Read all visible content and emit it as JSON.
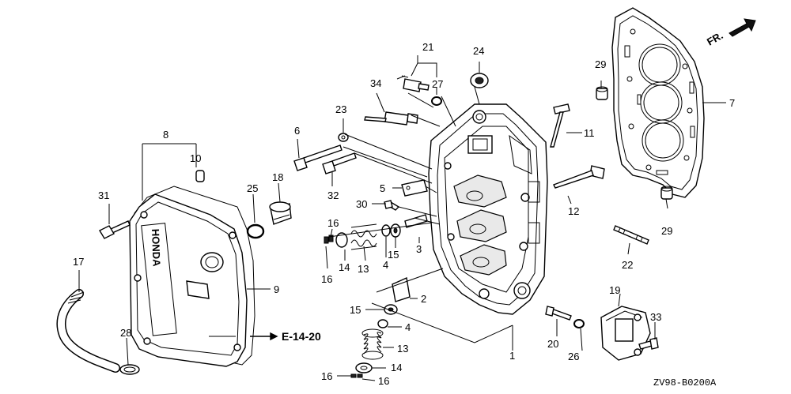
{
  "parts": [
    {
      "id": "p1",
      "num": "1"
    },
    {
      "id": "p2",
      "num": "2"
    },
    {
      "id": "p3",
      "num": "3"
    },
    {
      "id": "p4a",
      "num": "4"
    },
    {
      "id": "p4b",
      "num": "4"
    },
    {
      "id": "p5",
      "num": "5"
    },
    {
      "id": "p6",
      "num": "6"
    },
    {
      "id": "p7",
      "num": "7"
    },
    {
      "id": "p8",
      "num": "8"
    },
    {
      "id": "p9",
      "num": "9"
    },
    {
      "id": "p10",
      "num": "10"
    },
    {
      "id": "p11",
      "num": "11"
    },
    {
      "id": "p12",
      "num": "12"
    },
    {
      "id": "p13a",
      "num": "13"
    },
    {
      "id": "p13b",
      "num": "13"
    },
    {
      "id": "p14a",
      "num": "14"
    },
    {
      "id": "p14b",
      "num": "14"
    },
    {
      "id": "p15a",
      "num": "15"
    },
    {
      "id": "p15b",
      "num": "15"
    },
    {
      "id": "p16a",
      "num": "16"
    },
    {
      "id": "p16b",
      "num": "16"
    },
    {
      "id": "p16c",
      "num": "16"
    },
    {
      "id": "p16d",
      "num": "16"
    },
    {
      "id": "p17",
      "num": "17"
    },
    {
      "id": "p18",
      "num": "18"
    },
    {
      "id": "p19",
      "num": "19"
    },
    {
      "id": "p20",
      "num": "20"
    },
    {
      "id": "p21",
      "num": "21"
    },
    {
      "id": "p22",
      "num": "22"
    },
    {
      "id": "p23",
      "num": "23"
    },
    {
      "id": "p24",
      "num": "24"
    },
    {
      "id": "p25",
      "num": "25"
    },
    {
      "id": "p26",
      "num": "26"
    },
    {
      "id": "p27",
      "num": "27"
    },
    {
      "id": "p28",
      "num": "28"
    },
    {
      "id": "p29a",
      "num": "29"
    },
    {
      "id": "p29b",
      "num": "29"
    },
    {
      "id": "p30",
      "num": "30"
    },
    {
      "id": "p31",
      "num": "31"
    },
    {
      "id": "p32",
      "num": "32"
    },
    {
      "id": "p33",
      "num": "33"
    },
    {
      "id": "p34",
      "num": "34"
    }
  ],
  "reference": "E-14-20",
  "diagram_code": "ZV98-B0200A",
  "direction_label": "FR.",
  "cover_brand": "HONDA",
  "icons": [
    "fr-arrow-icon",
    "reference-arrow-icon"
  ]
}
